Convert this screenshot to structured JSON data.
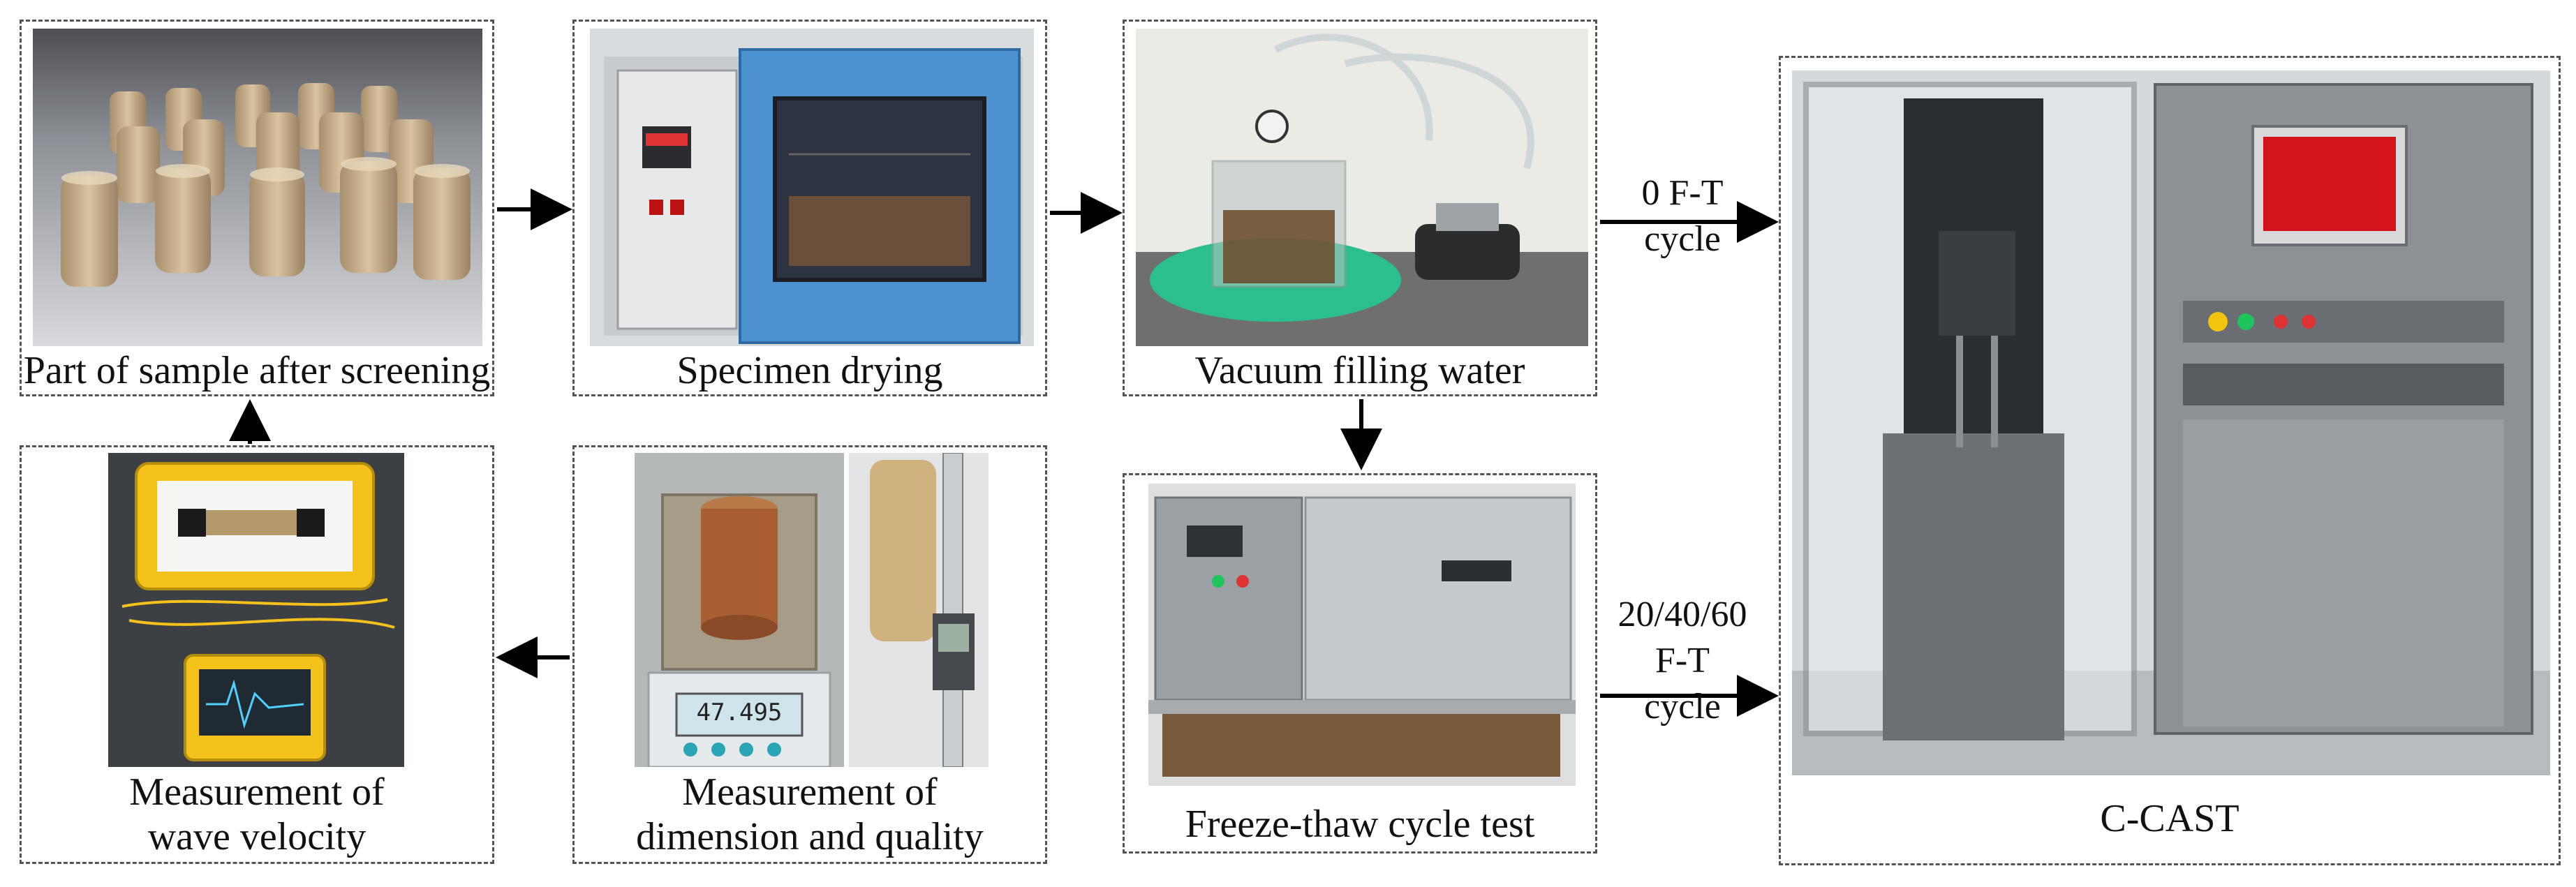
{
  "steps": {
    "screening": {
      "caption": "Part of sample after screening"
    },
    "drying": {
      "caption": "Specimen drying"
    },
    "vacuum": {
      "caption": "Vacuum filling water"
    },
    "freeze": {
      "caption": "Freeze-thaw cycle test"
    },
    "dimension": {
      "caption_line1": "Measurement of",
      "caption_line2": "dimension and quality"
    },
    "wave": {
      "caption_line1": "Measurement of",
      "caption_line2": "wave velocity"
    },
    "ccast": {
      "caption": "C-CAST"
    }
  },
  "arrow_labels": {
    "zero_cycle_line1": "0 F-T",
    "zero_cycle_line2": "cycle",
    "multi_cycle_line1": "20/40/60",
    "multi_cycle_line2": "F-T",
    "multi_cycle_line3": "cycle"
  },
  "balance_readout": "47.495"
}
